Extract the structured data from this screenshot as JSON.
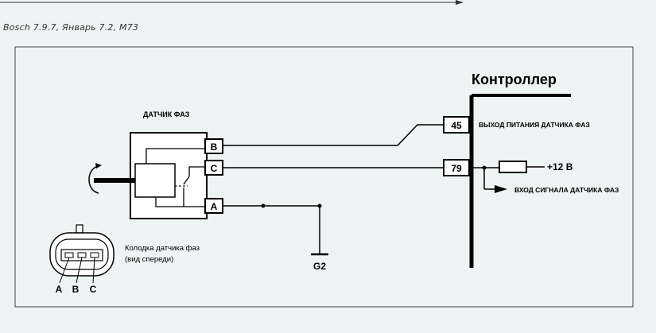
{
  "caption": "Bosch 7.9.7, Январь 7.2, М73",
  "controller": {
    "title": "Контроллер",
    "pins": [
      {
        "number": "45",
        "label": "ВЫХОД ПИТАНИЯ ДАТЧИКА ФАЗ"
      },
      {
        "number": "79",
        "label": "ВХОД СИГНАЛА ДАТЧИКА ФАЗ"
      }
    ],
    "supply": "+12 В"
  },
  "sensor": {
    "title": "ДАТЧИК ФАЗ",
    "terminals": [
      "B",
      "C",
      "A"
    ]
  },
  "ground": "G2",
  "connector": {
    "label_line1": "Колодка датчика фаз",
    "label_line2": "(вид спереди)",
    "pins": [
      "A",
      "B",
      "C"
    ]
  }
}
